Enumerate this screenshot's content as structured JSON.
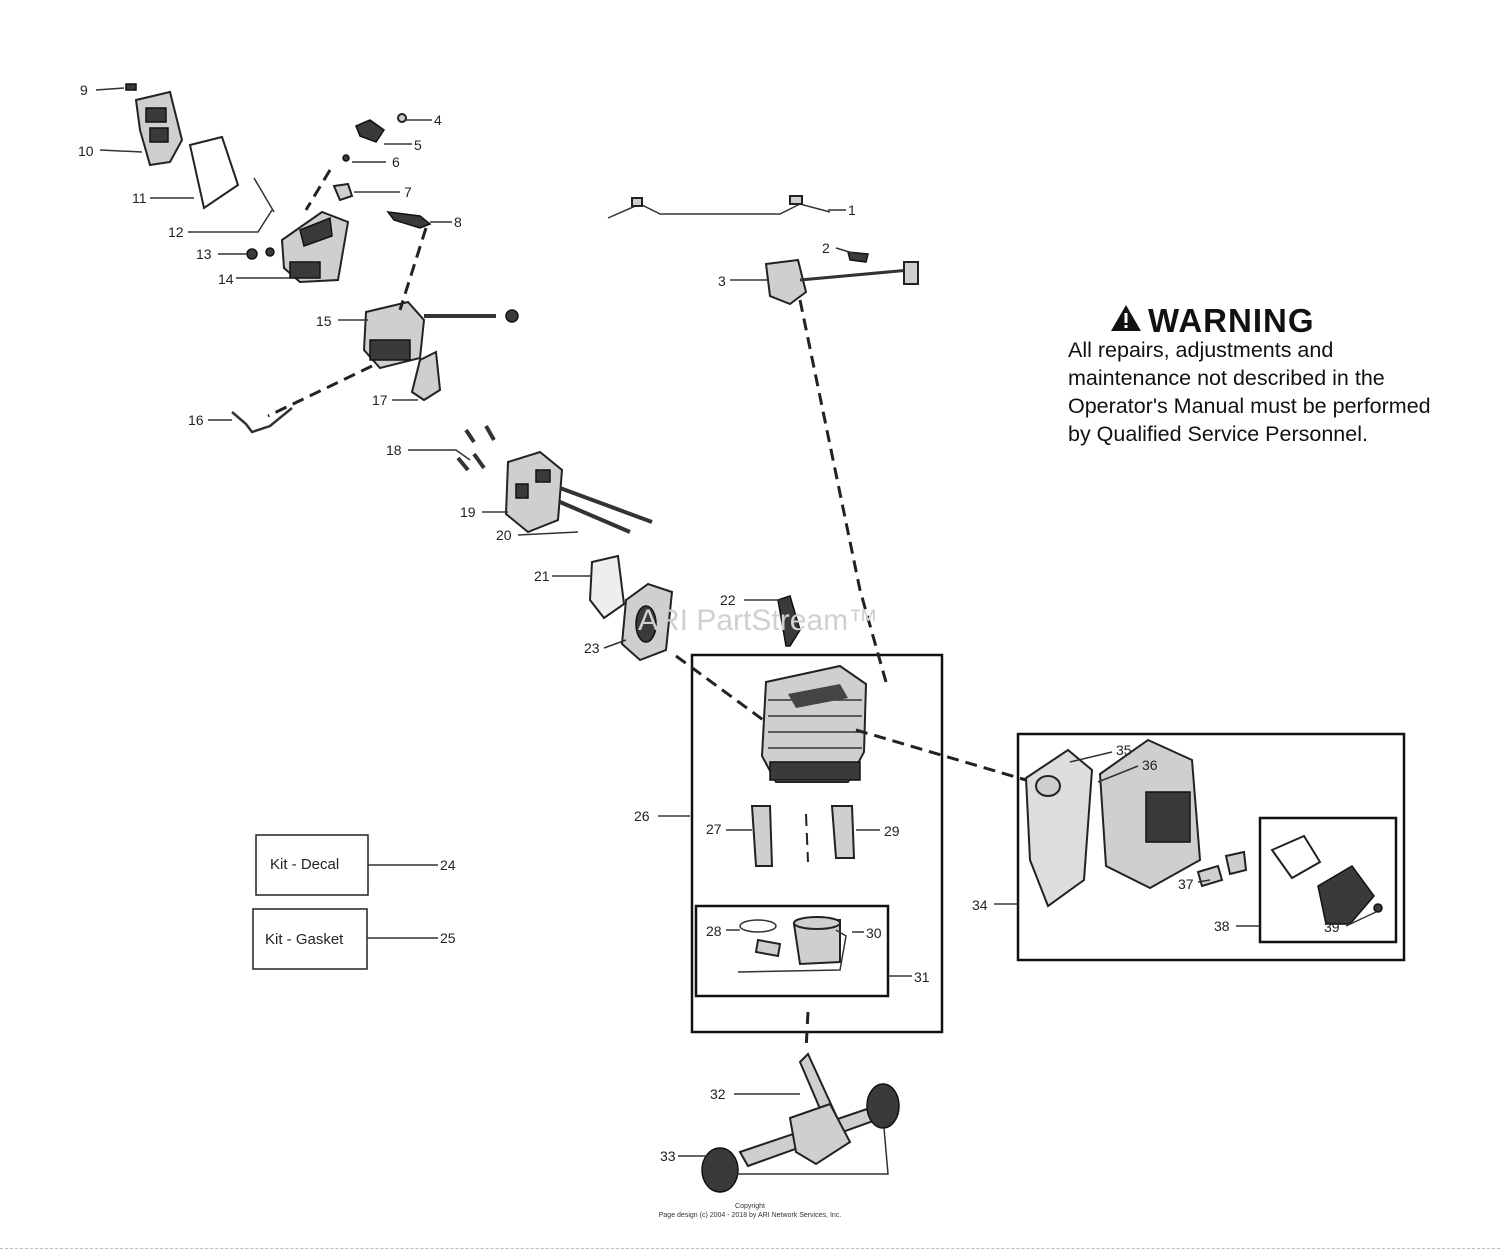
{
  "warning": {
    "title": "WARNING",
    "text": "All repairs, adjustments and maintenance not described in the Operator's Manual must be performed by Qualified Service Personnel."
  },
  "watermark": "ARI PartStream™",
  "copyright": {
    "line1": "Copyright",
    "line2": "Page design (c) 2004 - 2018 by ARI Network Services, Inc."
  },
  "kits": [
    {
      "label": "Kit - Decal",
      "number": "24"
    },
    {
      "label": "Kit - Gasket",
      "number": "25"
    }
  ],
  "callouts": [
    "1",
    "2",
    "3",
    "4",
    "5",
    "6",
    "7",
    "8",
    "9",
    "10",
    "11",
    "12",
    "13",
    "14",
    "15",
    "16",
    "17",
    "18",
    "19",
    "20",
    "21",
    "22",
    "23",
    "26",
    "27",
    "28",
    "29",
    "30",
    "31",
    "32",
    "33",
    "34",
    "35",
    "36",
    "37",
    "38",
    "39"
  ],
  "icons": {
    "warning": "warning-triangle-icon"
  }
}
